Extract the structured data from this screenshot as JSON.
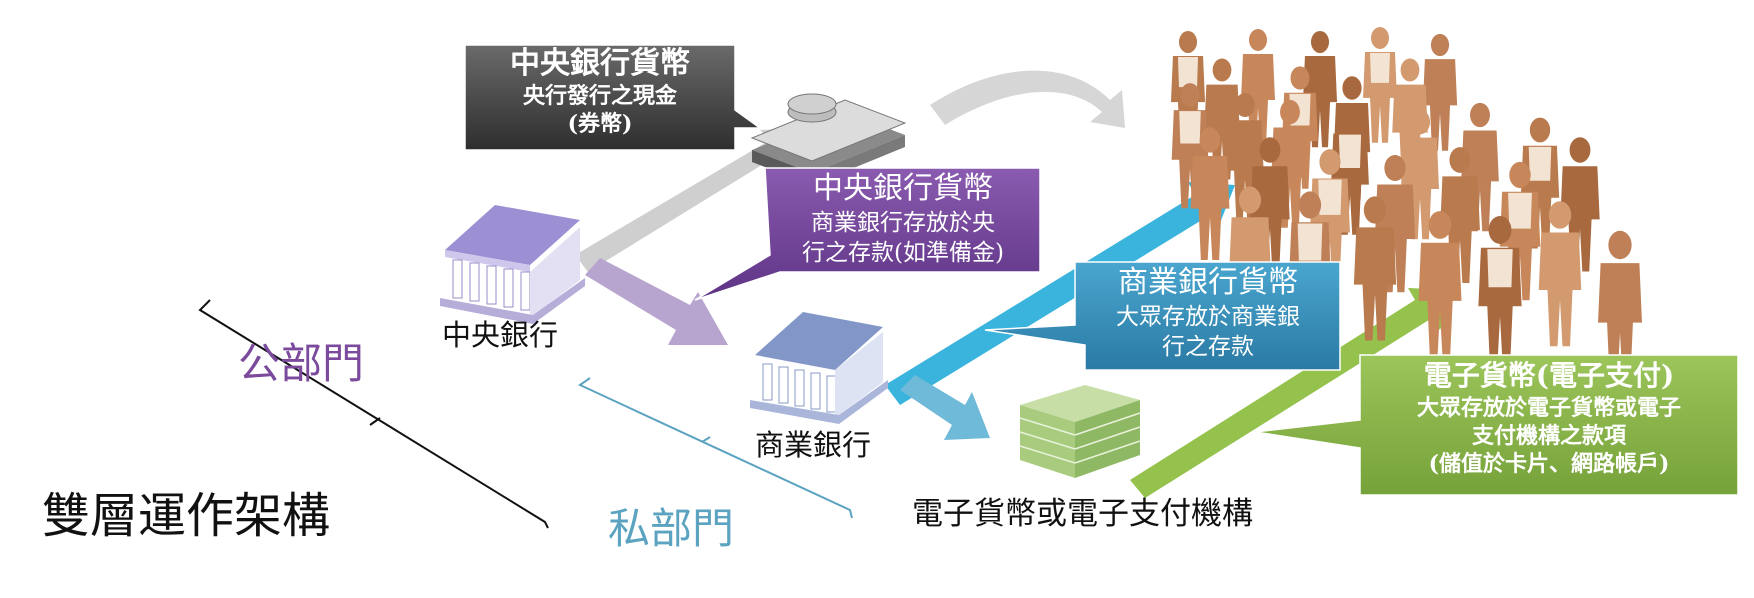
{
  "diagram": {
    "title": "雙層運作架構",
    "sectors": {
      "public": "公部門",
      "private": "私部門"
    },
    "entities": {
      "central_bank": "中央銀行",
      "commercial_bank": "商業銀行",
      "e_money_institution": "電子貨幣或電子支付機構"
    },
    "callouts": {
      "cash": {
        "title": "中央銀行貨幣",
        "line1": "央行發行之現金",
        "line2": "(券幣)"
      },
      "reserves": {
        "title": "中央銀行貨幣",
        "line1": "商業銀行存放於央",
        "line2": "行之存款(如準備金)"
      },
      "bank_money": {
        "title": "商業銀行貨幣",
        "line1": "大眾存放於商業銀",
        "line2": "行之存款"
      },
      "e_money": {
        "title": "電子貨幣(電子支付)",
        "line1": "大眾存放於電子貨幣或電子",
        "line2": "支付機構之款項",
        "line3": "(儲值於卡片、網路帳戶)"
      }
    },
    "colors": {
      "public_purple": "#7b4a9c",
      "private_blue": "#5ba3c0",
      "cash_gray": "#4a4a4a",
      "bank_blue": "#3b8fb8",
      "emoney_green": "#8ab34a",
      "people_brown": "#b97a4e"
    }
  }
}
